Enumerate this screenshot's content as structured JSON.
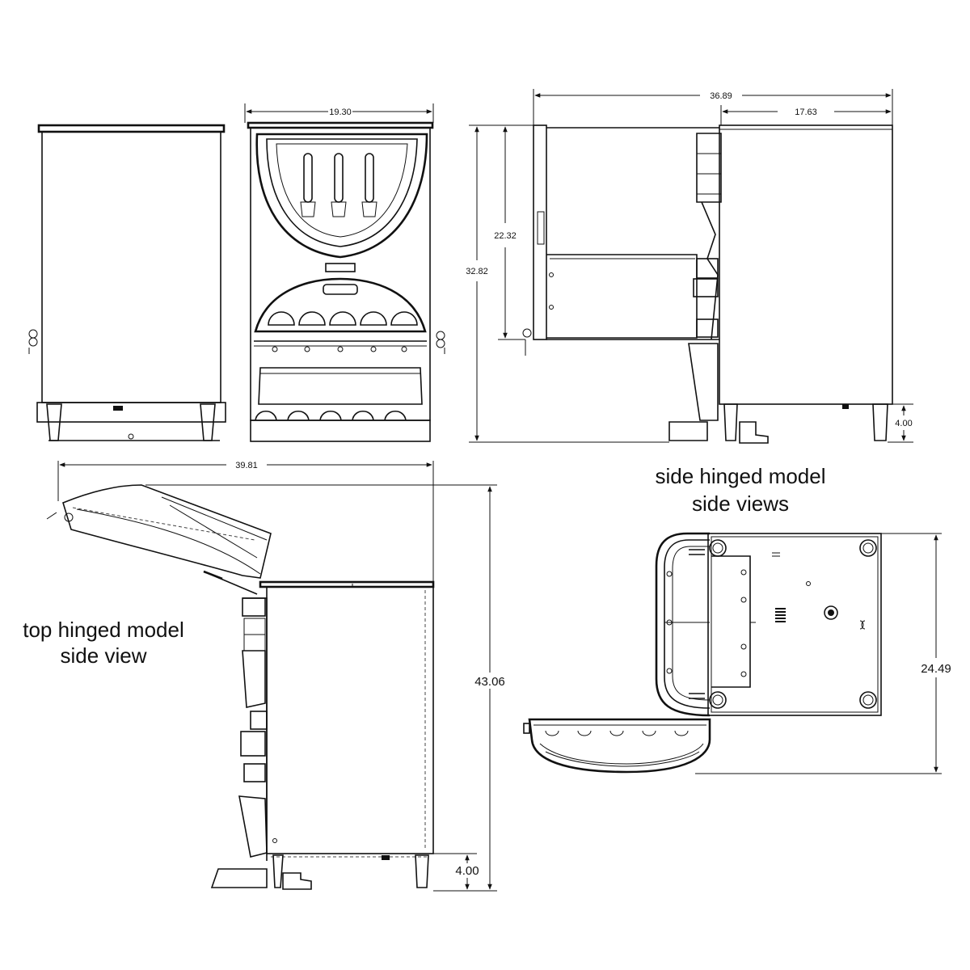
{
  "dimensions": {
    "front_width": "19.30",
    "overall_depth_open": "36.89",
    "depth_closed": "17.63",
    "height_front": "22.32",
    "height_overall": "32.82",
    "leg_height_side": "4.00",
    "top_open_width": "39.81",
    "top_open_height": "43.06",
    "leg_height_top": "4.00",
    "plan_depth": "24.49"
  },
  "captions": {
    "top_hinged_line1": "top hinged model",
    "top_hinged_line2": "side view",
    "side_hinged_line1": "side hinged model",
    "side_hinged_line2": "side views"
  }
}
